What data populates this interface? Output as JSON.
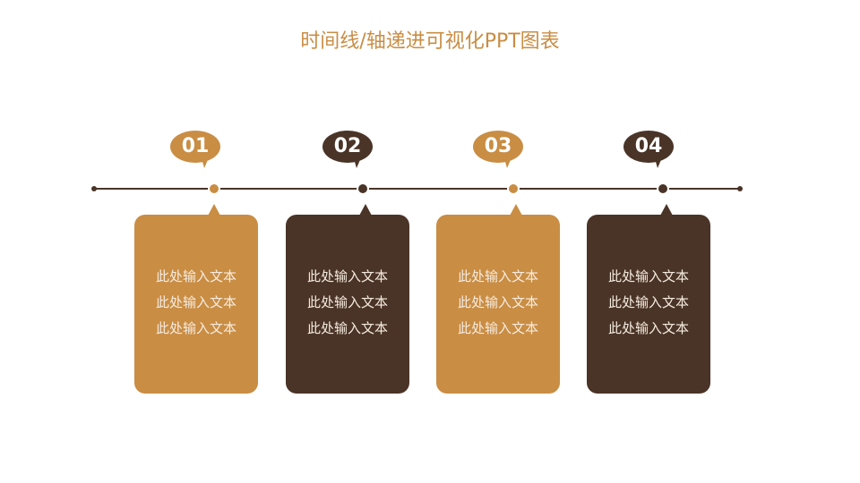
{
  "title": "时间线/轴递进可视化PPT图表",
  "colors": {
    "gold": "#c98d44",
    "brown": "#4a3427",
    "text_light": "#f6ece0"
  },
  "steps": [
    {
      "number": "01",
      "color": "gold",
      "lines": [
        "此处输入文本",
        "此处输入文本",
        "此处输入文本"
      ]
    },
    {
      "number": "02",
      "color": "brown",
      "lines": [
        "此处输入文本",
        "此处输入文本",
        "此处输入文本"
      ]
    },
    {
      "number": "03",
      "color": "gold",
      "lines": [
        "此处输入文本",
        "此处输入文本",
        "此处输入文本"
      ]
    },
    {
      "number": "04",
      "color": "brown",
      "lines": [
        "此处输入文本",
        "此处输入文本",
        "此处输入文本"
      ]
    }
  ]
}
